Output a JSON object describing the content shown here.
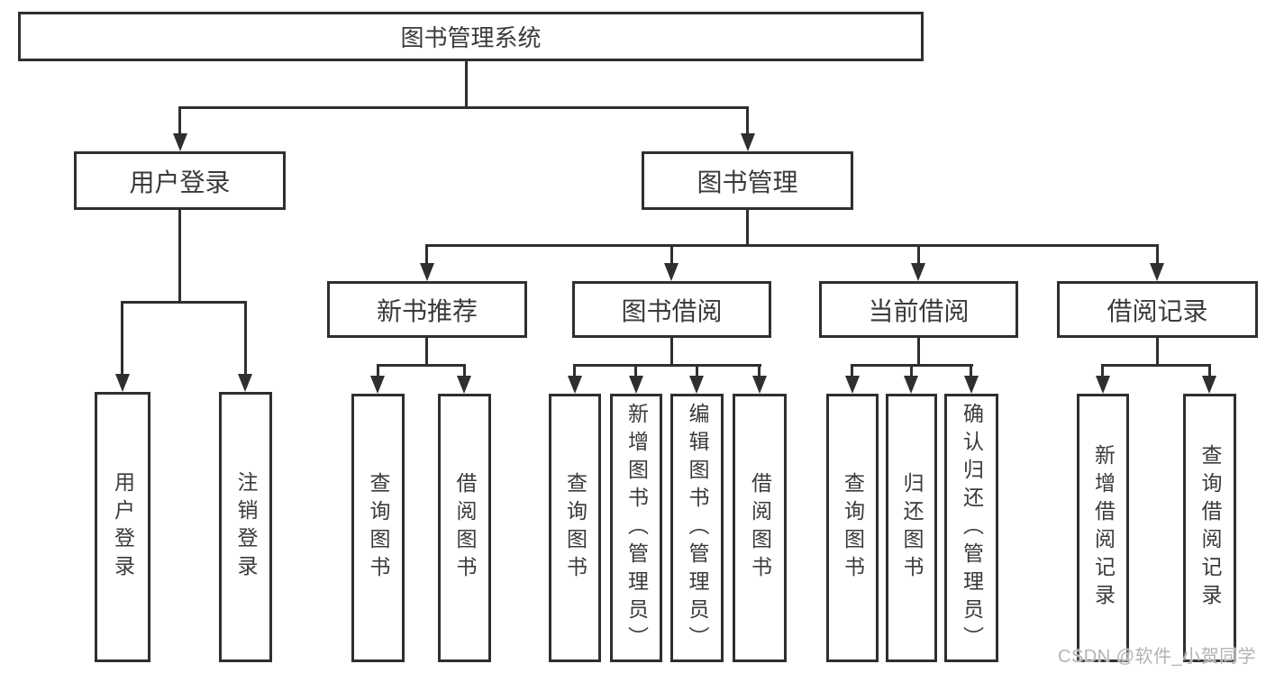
{
  "diagram": {
    "title": "图书管理系统",
    "nodes": {
      "root": "图书管理系统",
      "user_login": "用户登录",
      "book_management": "图书管理",
      "new_book_recommend": "新书推荐",
      "book_borrow": "图书借阅",
      "current_borrow": "当前借阅",
      "borrow_record": "借阅记录"
    },
    "leaves": {
      "user_login": [
        "用户登录",
        "注销登录"
      ],
      "new_book_recommend": [
        "查询图书",
        "借阅图书"
      ],
      "book_borrow": [
        "查询图书",
        "新增图书（管理员）",
        "编辑图书（管理员）",
        "借阅图书"
      ],
      "current_borrow": [
        "查询图书",
        "归还图书",
        "确认归还（管理员）"
      ],
      "borrow_record": [
        "新增借阅记录",
        "查询借阅记录"
      ]
    },
    "colors": {
      "line": "#2f2f2f",
      "text": "#3a3a3a",
      "background": "#ffffff",
      "watermark": "#b3b3b3"
    }
  },
  "watermark": "CSDN @软件_小贺同学"
}
